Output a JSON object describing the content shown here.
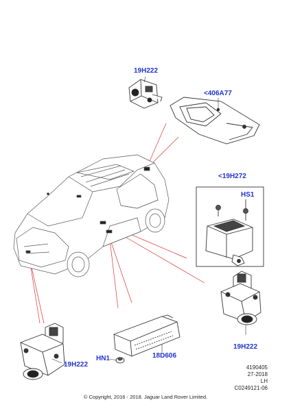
{
  "callouts": {
    "top_camera": "19H222",
    "top_bracket": "<406A77",
    "box_group": "<19H272",
    "box_screws": "HS1",
    "right_camera": "19H222",
    "bottom_camera": "19H222",
    "module_nut": "HN1",
    "module": "18D606"
  },
  "reference": {
    "code": "4190405",
    "date": "27-2018",
    "side": "LH",
    "image_id": "C0249121-06"
  },
  "copyright": "© Copyright, 2016 - 2018. Jaguar Land Rover Limited.",
  "colors": {
    "callout": "#2233cc",
    "leader": "#e03030",
    "line": "#333333"
  }
}
